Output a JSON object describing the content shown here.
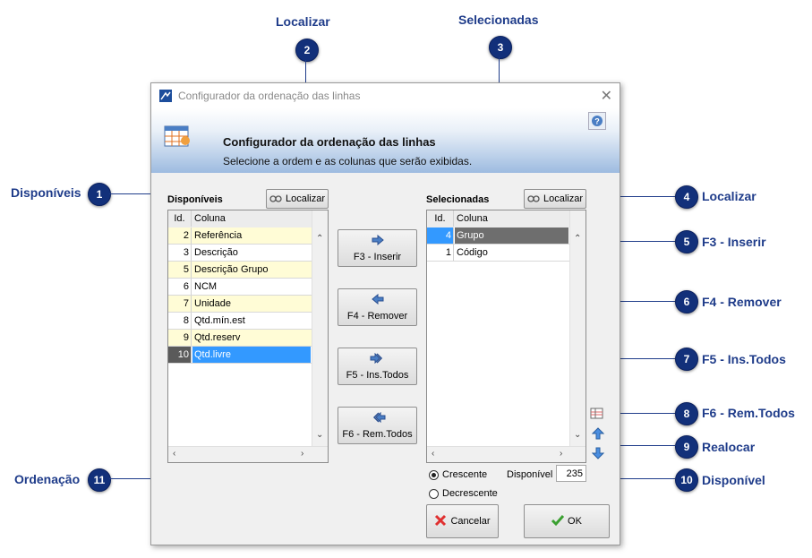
{
  "annotations": {
    "a1": {
      "num": "1",
      "label": "Disponíveis"
    },
    "a2": {
      "num": "2",
      "label": "Localizar"
    },
    "a3": {
      "num": "3",
      "label": "Selecionadas"
    },
    "a4": {
      "num": "4",
      "label": "Localizar"
    },
    "a5": {
      "num": "5",
      "label": "F3 - Inserir"
    },
    "a6": {
      "num": "6",
      "label": "F4 - Remover"
    },
    "a7": {
      "num": "7",
      "label": "F5 - Ins.Todos"
    },
    "a8": {
      "num": "8",
      "label": "F6 - Rem.Todos"
    },
    "a9": {
      "num": "9",
      "label": "Realocar"
    },
    "a10": {
      "num": "10",
      "label": "Disponível"
    },
    "a11": {
      "num": "11",
      "label": "Ordenação"
    }
  },
  "window": {
    "title": "Configurador da ordenação das linhas",
    "header_title": "Configurador da ordenação das linhas",
    "header_subtitle": "Selecione a ordem e as colunas que serão exibidas."
  },
  "available": {
    "label": "Disponíveis",
    "search_label": "Localizar",
    "col_id": "Id.",
    "col_name": "Coluna",
    "rows": [
      {
        "id": "2",
        "name": "Referência"
      },
      {
        "id": "3",
        "name": "Descrição"
      },
      {
        "id": "5",
        "name": "Descrição Grupo"
      },
      {
        "id": "6",
        "name": "NCM"
      },
      {
        "id": "7",
        "name": "Unidade"
      },
      {
        "id": "8",
        "name": "Qtd.mín.est"
      },
      {
        "id": "9",
        "name": "Qtd.reserv"
      },
      {
        "id": "10",
        "name": "Qtd.livre"
      }
    ]
  },
  "selected": {
    "label": "Selecionadas",
    "search_label": "Localizar",
    "col_id": "Id.",
    "col_name": "Coluna",
    "rows": [
      {
        "id": "4",
        "name": "Grupo"
      },
      {
        "id": "1",
        "name": "Código"
      }
    ]
  },
  "actions": {
    "insert": "F3 - Inserir",
    "remove": "F4 - Remover",
    "insert_all": "F5 - Ins.Todos",
    "remove_all": "F6 - Rem.Todos"
  },
  "order": {
    "asc": "Crescente",
    "desc": "Decrescente",
    "selected": "Crescente"
  },
  "available_count": {
    "label": "Disponível",
    "value": "235"
  },
  "footer": {
    "cancel": "Cancelar",
    "ok": "OK"
  },
  "colors": {
    "accent": "#1f3c8a",
    "row_alt": "#fffcd6",
    "row_selected": "#3399ff"
  }
}
